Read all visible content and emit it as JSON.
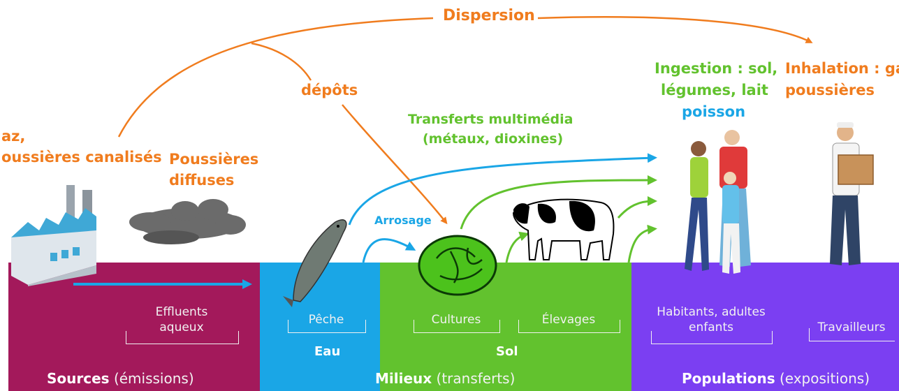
{
  "labels": {
    "dispersion": "Dispersion",
    "depots": "dépôts",
    "gaz_line1": "az,",
    "gaz_line2": "oussières canalisés",
    "diffuses_line1": "Poussières",
    "diffuses_line2": "diffuses",
    "transferts_line1": "Transferts multimédia",
    "transferts_line2": "(métaux, dioxines)",
    "ingestion_line1": "Ingestion : sol,",
    "ingestion_line2": "légumes, lait",
    "ingestion_line3": "poisson",
    "inhalation_line1": "Inhalation : ga",
    "inhalation_line2": "poussières",
    "arrosage": "Arrosage"
  },
  "bands": {
    "sources": {
      "title_bold": "Sources",
      "title_light": "(émissions)",
      "bracket_line1": "Effluents",
      "bracket_line2": "aqueux"
    },
    "eau": {
      "title": "Eau",
      "bracket": "Pêche"
    },
    "sol": {
      "title": "Sol",
      "bracket_cultures": "Cultures",
      "bracket_elevages": "Élevages"
    },
    "milieux": {
      "title_bold": "Milieux",
      "title_light": "(transferts)"
    },
    "populations": {
      "title_bold": "Populations",
      "title_light": "(expositions)",
      "bracket_habitants_line1": "Habitants, adultes",
      "bracket_habitants_line2": "enfants",
      "bracket_travailleurs": "Travailleurs"
    }
  },
  "colors": {
    "sources_band": "#a3195b",
    "eau_band": "#1aa6e6",
    "sol_band": "#62c22e",
    "populations_band": "#7b3ff2",
    "orange": "#f07c1e",
    "green": "#62c22e",
    "blue": "#1aa6e6"
  },
  "icons": [
    "factory-icon",
    "dust-cloud-icon",
    "fish-icon",
    "lettuce-icon",
    "cow-icon",
    "family-icon",
    "worker-icon"
  ]
}
